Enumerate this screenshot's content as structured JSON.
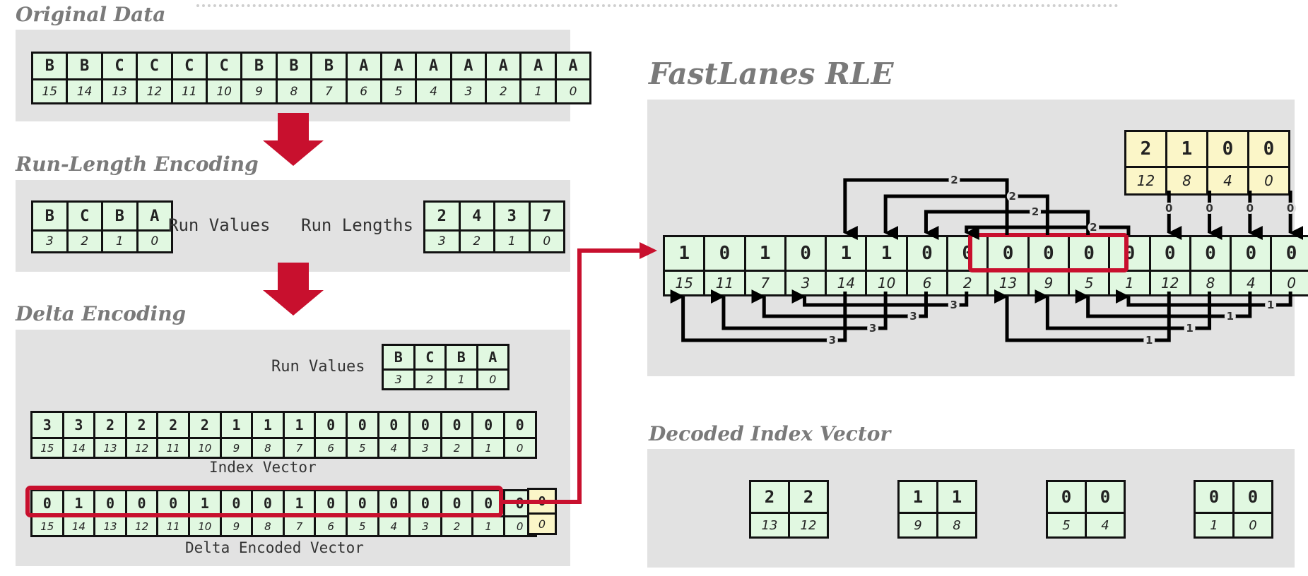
{
  "original": {
    "title": "Original Data",
    "values": [
      "B",
      "B",
      "C",
      "C",
      "C",
      "C",
      "B",
      "B",
      "B",
      "A",
      "A",
      "A",
      "A",
      "A",
      "A",
      "A"
    ],
    "indices": [
      "15",
      "14",
      "13",
      "12",
      "11",
      "10",
      "9",
      "8",
      "7",
      "6",
      "5",
      "4",
      "3",
      "2",
      "1",
      "0"
    ]
  },
  "rle": {
    "title": "Run-Length Encoding",
    "run_values": [
      "B",
      "C",
      "B",
      "A"
    ],
    "run_values_idx": [
      "3",
      "2",
      "1",
      "0"
    ],
    "run_values_label": "Run Values",
    "run_lengths_label": "Run Lengths",
    "run_lengths": [
      "2",
      "4",
      "3",
      "7"
    ],
    "run_lengths_idx": [
      "3",
      "2",
      "1",
      "0"
    ]
  },
  "delta": {
    "title": "Delta Encoding",
    "run_values_label": "Run Values",
    "run_values": [
      "B",
      "C",
      "B",
      "A"
    ],
    "run_values_idx": [
      "3",
      "2",
      "1",
      "0"
    ],
    "index_vector": [
      "3",
      "3",
      "2",
      "2",
      "2",
      "2",
      "1",
      "1",
      "1",
      "0",
      "0",
      "0",
      "0",
      "0",
      "0",
      "0"
    ],
    "index_vector_idx": [
      "15",
      "14",
      "13",
      "12",
      "11",
      "10",
      "9",
      "8",
      "7",
      "6",
      "5",
      "4",
      "3",
      "2",
      "1",
      "0"
    ],
    "index_vector_label": "Index Vector",
    "delta_vector": [
      "0",
      "1",
      "0",
      "0",
      "0",
      "1",
      "0",
      "0",
      "1",
      "0",
      "0",
      "0",
      "0",
      "0",
      "0",
      "0"
    ],
    "delta_vector_idx": [
      "15",
      "14",
      "13",
      "12",
      "11",
      "10",
      "9",
      "8",
      "7",
      "6",
      "5",
      "4",
      "3",
      "2",
      "1",
      "0"
    ],
    "delta_vector_label": "Delta Encoded Vector",
    "base_value": "0",
    "base_idx": "0"
  },
  "fastlanes": {
    "title": "FastLanes RLE",
    "bases": [
      "2",
      "1",
      "0",
      "0"
    ],
    "bases_idx": [
      "12",
      "8",
      "4",
      "0"
    ],
    "lane_values": [
      "1",
      "0",
      "1",
      "0",
      "1",
      "1",
      "0",
      "0",
      "0",
      "0",
      "0",
      "0",
      "0",
      "0",
      "0",
      "0"
    ],
    "lane_idx": [
      "15",
      "11",
      "7",
      "3",
      "14",
      "10",
      "6",
      "2",
      "13",
      "9",
      "5",
      "1",
      "12",
      "8",
      "4",
      "0"
    ],
    "top_arrow_labels": [
      "2",
      "2",
      "2",
      "2"
    ],
    "base_arrow_labels": [
      "0",
      "0",
      "0",
      "0"
    ],
    "bottom_left_labels": [
      "3",
      "3",
      "3",
      "3"
    ],
    "bottom_right_labels": [
      "1",
      "1",
      "1",
      "1"
    ]
  },
  "decoded": {
    "title": "Decoded Index Vector",
    "groups": [
      {
        "values": [
          "2",
          "2"
        ],
        "idx": [
          "13",
          "12"
        ]
      },
      {
        "values": [
          "1",
          "1"
        ],
        "idx": [
          "9",
          "8"
        ]
      },
      {
        "values": [
          "0",
          "0"
        ],
        "idx": [
          "5",
          "4"
        ]
      },
      {
        "values": [
          "0",
          "0"
        ],
        "idx": [
          "1",
          "0"
        ]
      }
    ]
  },
  "colors": {
    "cell_green": "#e1f8e1",
    "cell_yellow": "#fbf6c8",
    "highlight_red": "#c8102e",
    "panel_gray": "#e2e2e2",
    "title_gray": "#7a7a7a"
  }
}
